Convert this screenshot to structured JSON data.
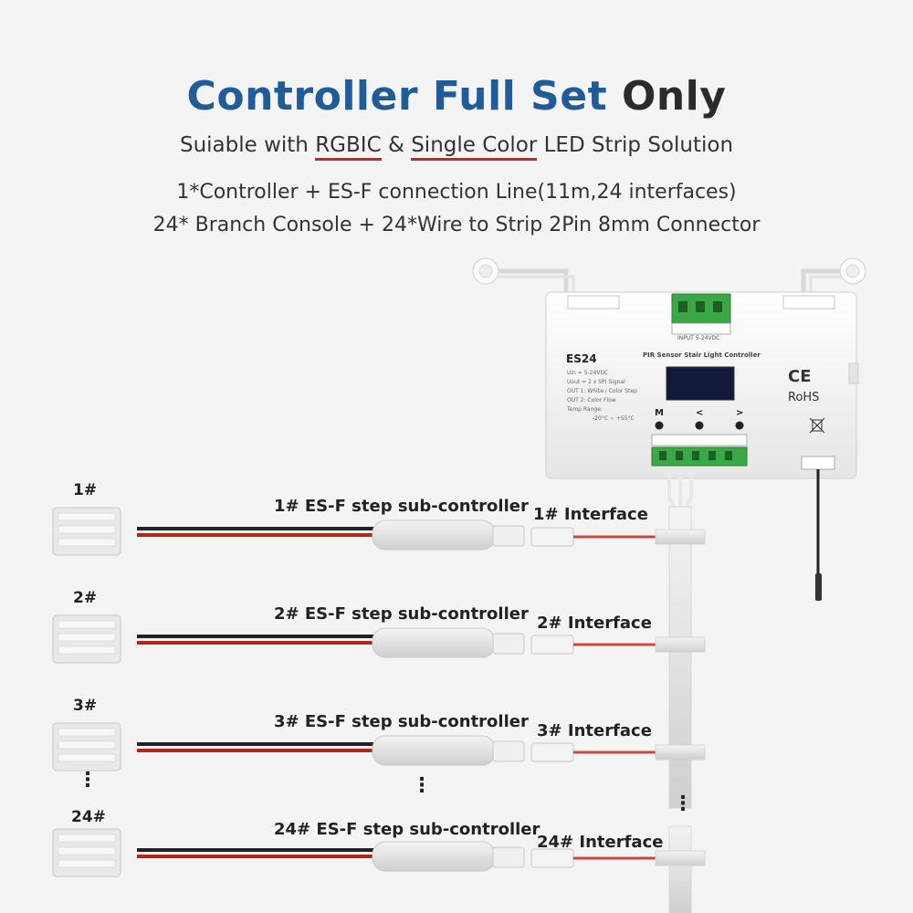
{
  "title": {
    "blue_text": "Controller Full Set",
    "dark_text": "Only"
  },
  "subtitle": {
    "prefix": "Suiable with ",
    "rgbic": "RGBIC",
    "amp": " & ",
    "single_color": "Single Color",
    "suffix": " LED Strip Solution"
  },
  "package_lines": [
    "1*Controller + ES-F connection Line(11m,24 interfaces)",
    "24* Branch Console + 24*Wire to Strip 2Pin 8mm Connector"
  ],
  "controller": {
    "model": "ES24",
    "name": "PIR Sensor Stair Light Controller",
    "ce": "CE",
    "rohs": "RoHS",
    "button_m": "M",
    "button_left": "<",
    "button_right": ">",
    "input_label": "INPUT 5-24VDC",
    "specs": [
      "Uin  = 5-24VDC",
      "Uout = 2 x SPI Signal",
      "OUT 1: White / Color Step",
      "OUT 2: Color Flow",
      "Temp Range:",
      "-20°C ~ +55°C"
    ]
  },
  "branches": [
    {
      "num": "1#",
      "label": "1# ES-F step sub-controller",
      "interface": "1# Interface"
    },
    {
      "num": "2#",
      "label": "2# ES-F step sub-controller",
      "interface": "2# Interface"
    },
    {
      "num": "3#",
      "label": "3# ES-F step sub-controller",
      "interface": "3# Interface"
    },
    {
      "num": "24#",
      "label": "24# ES-F step sub-controller",
      "interface": "24# Interface"
    }
  ],
  "colors": {
    "title_blue": "#1f5c99",
    "underline_red": "#c2272d",
    "wire_red": "#b3261e",
    "wire_black": "#222222"
  }
}
